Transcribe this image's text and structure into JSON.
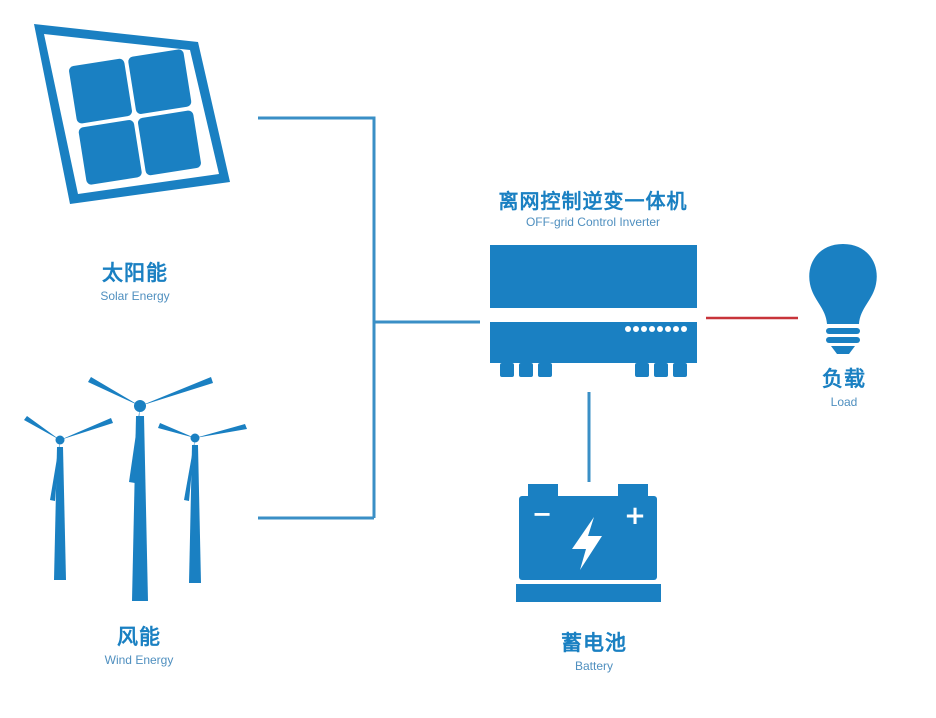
{
  "colors": {
    "primary": "#1a80c2",
    "line": "#3a8fc6",
    "load_line": "#c8343a",
    "background": "#ffffff"
  },
  "nodes": {
    "solar": {
      "zh": "太阳能",
      "en": "Solar Energy",
      "icon": "solar-panel-icon"
    },
    "wind": {
      "zh": "风能",
      "en": "Wind Energy",
      "icon": "wind-turbine-icon"
    },
    "inverter": {
      "zh": "离网控制逆变一体机",
      "en": "OFF-grid Control Inverter",
      "icon": "inverter-icon"
    },
    "load": {
      "zh": "负载",
      "en": "Load",
      "icon": "light-bulb-icon"
    },
    "battery": {
      "zh": "蓄电池",
      "en": "Battery",
      "icon": "battery-icon",
      "minus": "−",
      "plus": "+"
    }
  }
}
